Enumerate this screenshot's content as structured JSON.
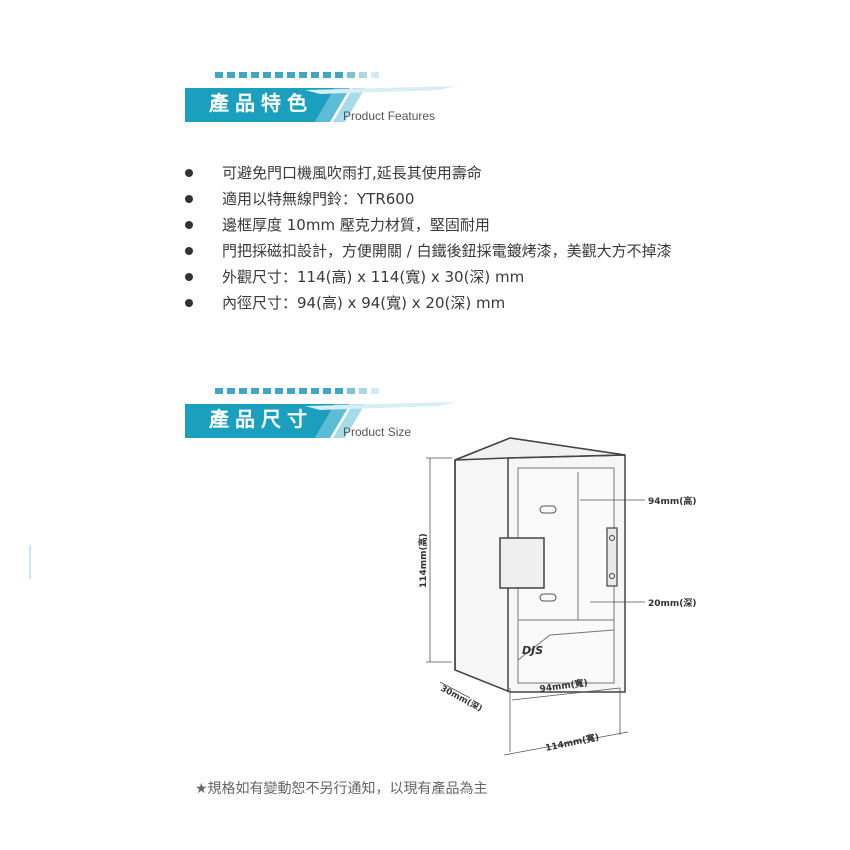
{
  "features_section": {
    "title": "產品特色",
    "subtitle": "Product Features",
    "items": [
      "可避免門口機風吹雨打,延長其使用壽命",
      "適用以特無線門鈴：YTR600",
      "邊框厚度 10mm 壓克力材質，堅固耐用",
      "門把採磁扣設計，方便開關 / 白鐵後鈕採電鍍烤漆，美觀大方不掉漆",
      "外觀尺寸：114(高) x 114(寬) x 30(深) mm",
      "內徑尺寸：94(高) x 94(寬) x 20(深) mm"
    ]
  },
  "size_section": {
    "title": "產品尺寸",
    "subtitle": "Product Size"
  },
  "diagram": {
    "height_outer": "114mm(高)",
    "height_inner": "94mm(高)",
    "depth_inner": "20mm(深)",
    "depth_outer": "30mm(深)",
    "width_inner": "94mm(寬)",
    "width_outer": "114mm(寬)",
    "logo": "DJS"
  },
  "footnote": "★規格如有變動恕不另行通知，以現有產品為主",
  "colors": {
    "accent": "#1a9fbf",
    "accent_light": "#8fd0e3"
  }
}
